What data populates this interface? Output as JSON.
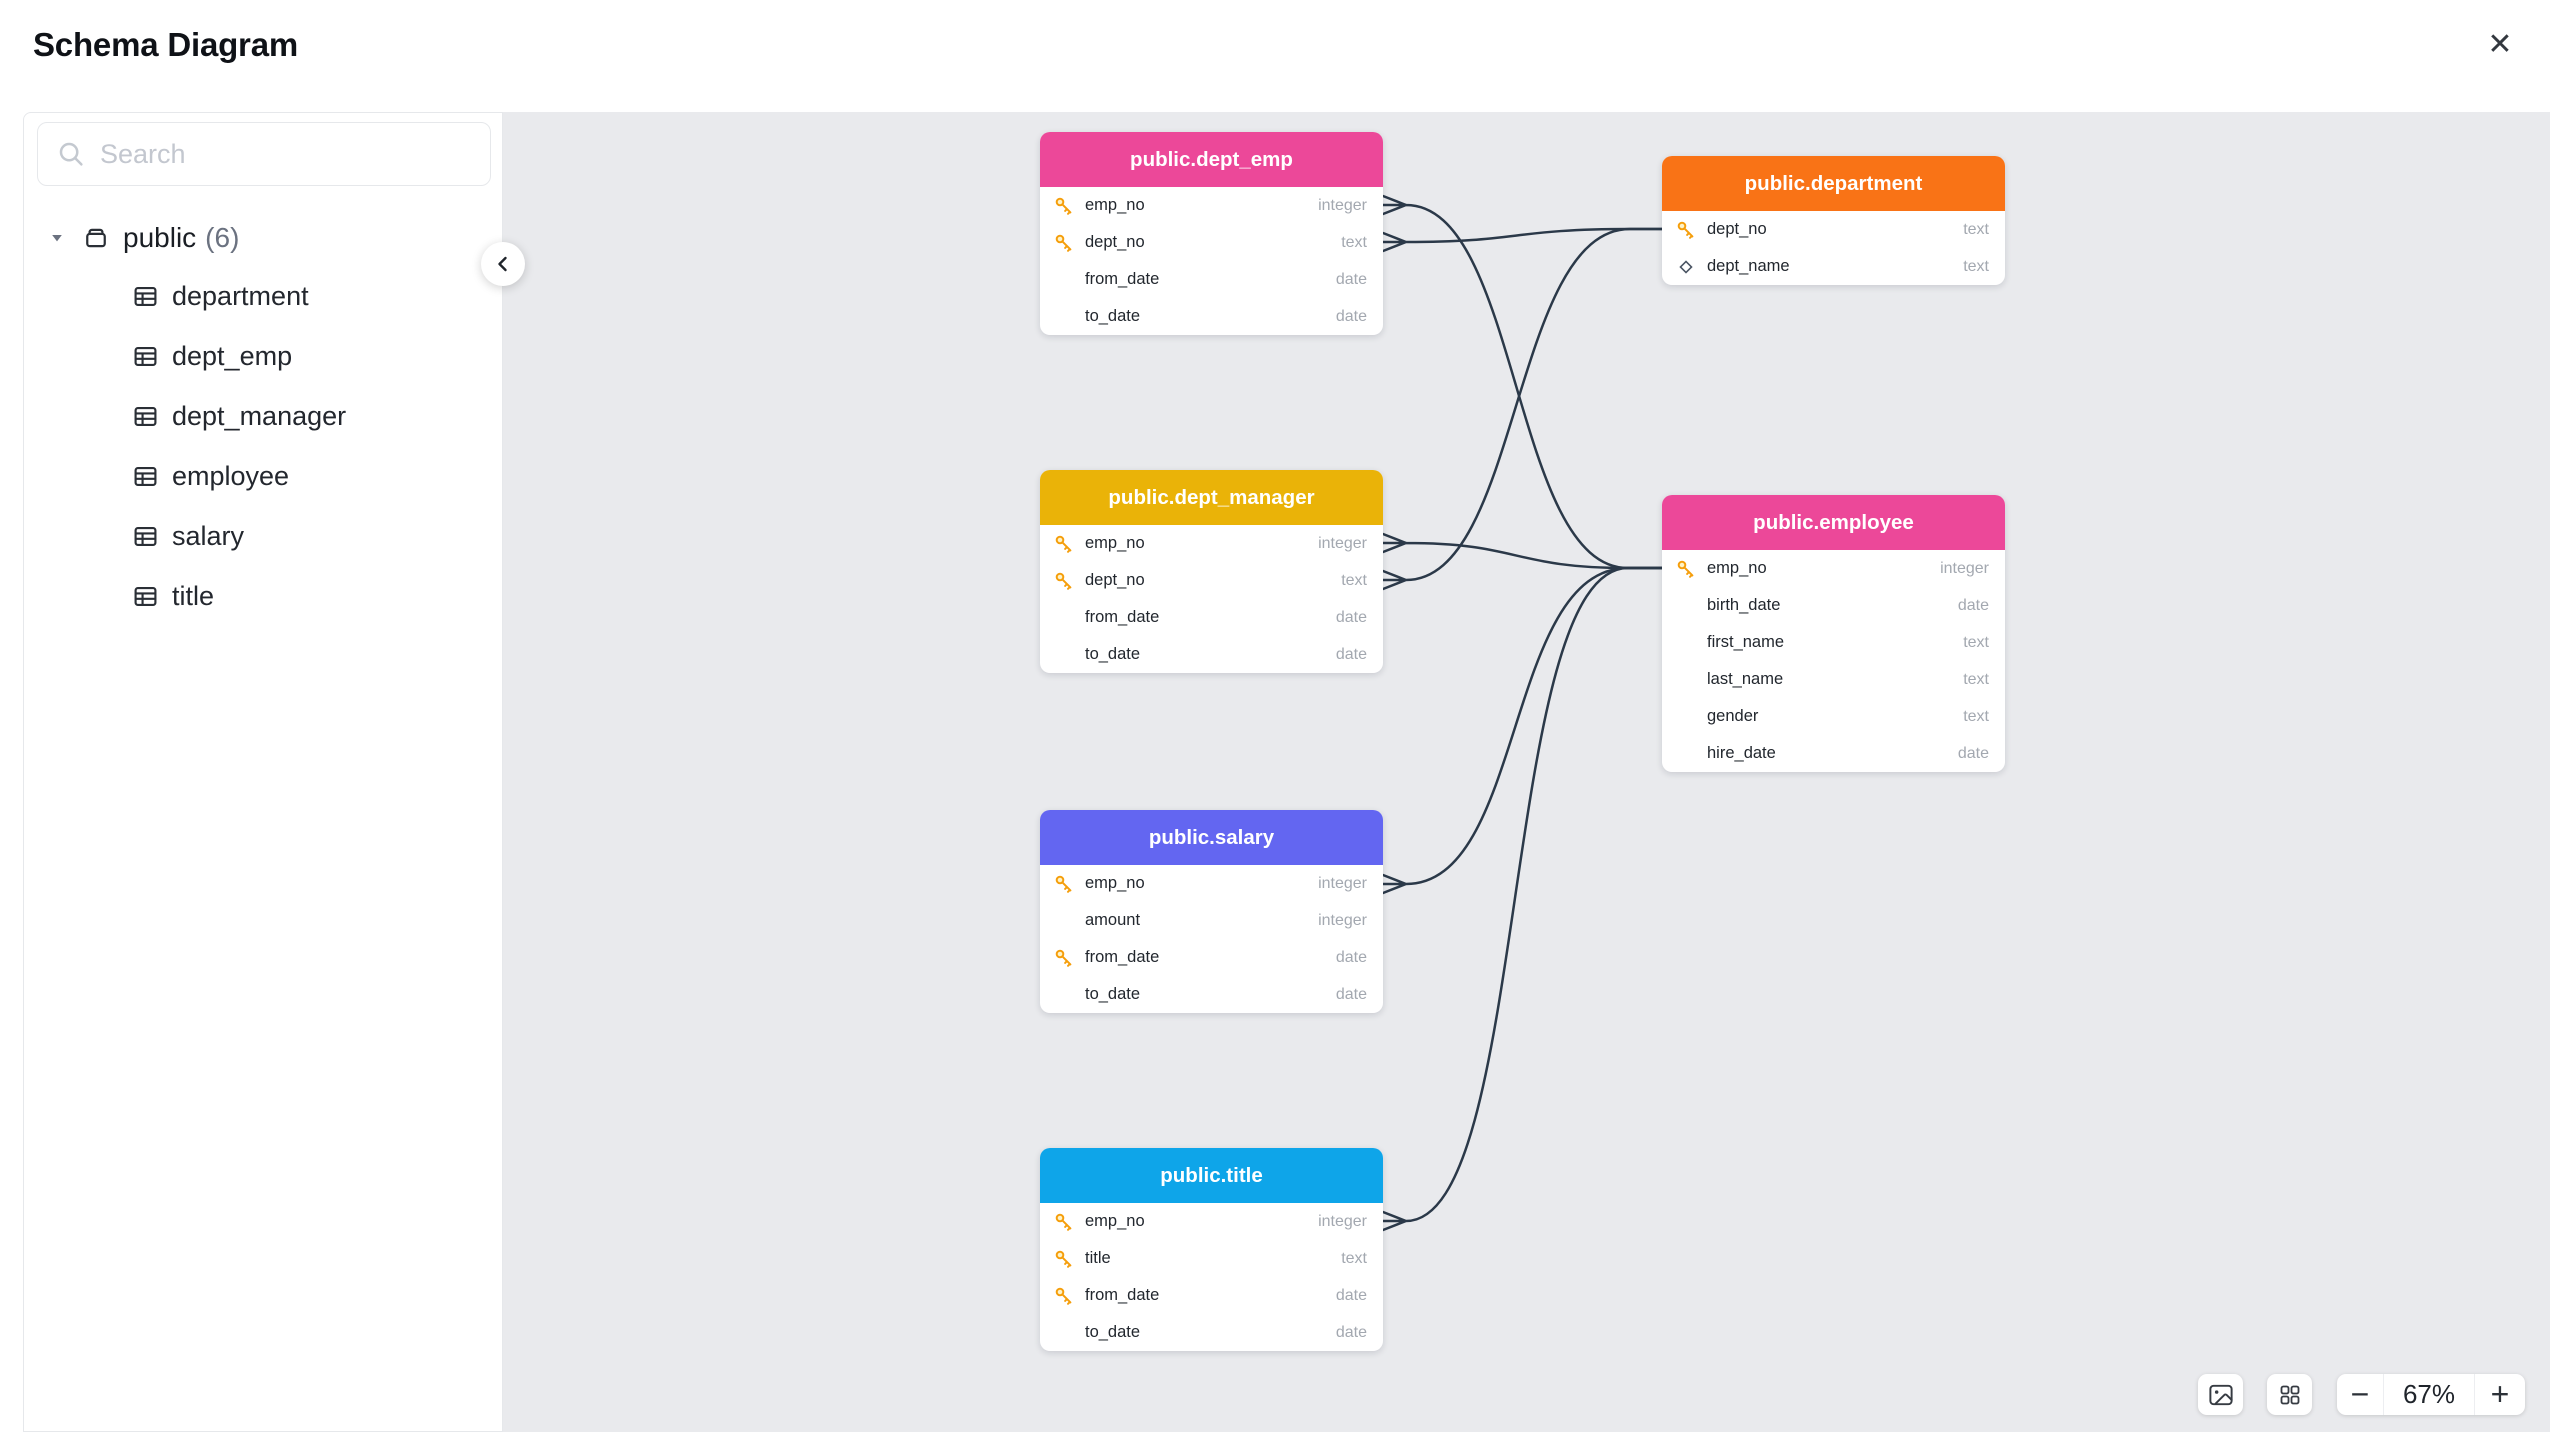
{
  "header": {
    "title": "Schema Diagram"
  },
  "icons": {
    "close": "✕",
    "zoom_out": "−",
    "zoom_in": "+"
  },
  "sidebar": {
    "search_placeholder": "Search",
    "schema": {
      "name": "public",
      "count": "(6)"
    },
    "tables": [
      "department",
      "dept_emp",
      "dept_manager",
      "employee",
      "salary",
      "title"
    ]
  },
  "canvas": {
    "nodes": [
      {
        "id": "dept_emp",
        "title": "public.dept_emp",
        "accent": "#EC4899",
        "columns": [
          {
            "icon": "key",
            "name": "emp_no",
            "type": "integer"
          },
          {
            "icon": "key",
            "name": "dept_no",
            "type": "text"
          },
          {
            "icon": "none",
            "name": "from_date",
            "type": "date"
          },
          {
            "icon": "none",
            "name": "to_date",
            "type": "date"
          }
        ]
      },
      {
        "id": "department",
        "title": "public.department",
        "accent": "#F97316",
        "columns": [
          {
            "icon": "key",
            "name": "dept_no",
            "type": "text"
          },
          {
            "icon": "diamond",
            "name": "dept_name",
            "type": "text"
          }
        ]
      },
      {
        "id": "dept_manager",
        "title": "public.dept_manager",
        "accent": "#EAB308",
        "columns": [
          {
            "icon": "key",
            "name": "emp_no",
            "type": "integer"
          },
          {
            "icon": "key",
            "name": "dept_no",
            "type": "text"
          },
          {
            "icon": "none",
            "name": "from_date",
            "type": "date"
          },
          {
            "icon": "none",
            "name": "to_date",
            "type": "date"
          }
        ]
      },
      {
        "id": "employee",
        "title": "public.employee",
        "accent": "#EC4899",
        "columns": [
          {
            "icon": "key",
            "name": "emp_no",
            "type": "integer"
          },
          {
            "icon": "none",
            "name": "birth_date",
            "type": "date"
          },
          {
            "icon": "none",
            "name": "first_name",
            "type": "text"
          },
          {
            "icon": "none",
            "name": "last_name",
            "type": "text"
          },
          {
            "icon": "none",
            "name": "gender",
            "type": "text"
          },
          {
            "icon": "none",
            "name": "hire_date",
            "type": "date"
          }
        ]
      },
      {
        "id": "salary",
        "title": "public.salary",
        "accent": "#6366F1",
        "columns": [
          {
            "icon": "key",
            "name": "emp_no",
            "type": "integer"
          },
          {
            "icon": "none",
            "name": "amount",
            "type": "integer"
          },
          {
            "icon": "key",
            "name": "from_date",
            "type": "date"
          },
          {
            "icon": "none",
            "name": "to_date",
            "type": "date"
          }
        ]
      },
      {
        "id": "title",
        "title": "public.title",
        "accent": "#0EA5E9",
        "columns": [
          {
            "icon": "key",
            "name": "emp_no",
            "type": "integer"
          },
          {
            "icon": "key",
            "name": "title",
            "type": "text"
          },
          {
            "icon": "key",
            "name": "from_date",
            "type": "date"
          },
          {
            "icon": "none",
            "name": "to_date",
            "type": "date"
          }
        ]
      }
    ],
    "edges": [
      {
        "from": "public.dept_emp.emp_no",
        "to": "public.employee.emp_no"
      },
      {
        "from": "public.dept_emp.dept_no",
        "to": "public.department.dept_no"
      },
      {
        "from": "public.dept_manager.emp_no",
        "to": "public.employee.emp_no"
      },
      {
        "from": "public.dept_manager.dept_no",
        "to": "public.department.dept_no"
      },
      {
        "from": "public.salary.emp_no",
        "to": "public.employee.emp_no"
      },
      {
        "from": "public.title.emp_no",
        "to": "public.employee.emp_no"
      }
    ],
    "edge_color": "#2B3949"
  },
  "controls": {
    "zoom_level": "67%"
  }
}
